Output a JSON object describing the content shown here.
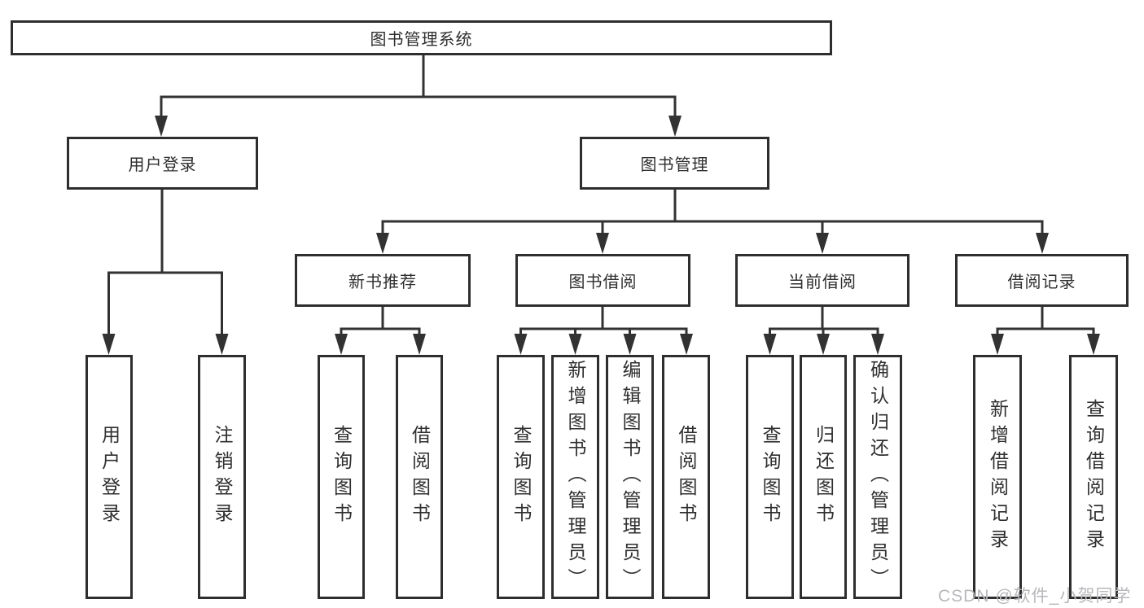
{
  "tree": {
    "label": "图书管理系统",
    "children": [
      {
        "label": "用户登录",
        "children": [
          {
            "label": "用户登录"
          },
          {
            "label": "注销登录"
          }
        ]
      },
      {
        "label": "图书管理",
        "children": [
          {
            "label": "新书推荐",
            "children": [
              {
                "label": "查询图书"
              },
              {
                "label": "借阅图书"
              }
            ]
          },
          {
            "label": "图书借阅",
            "children": [
              {
                "label": "查询图书"
              },
              {
                "label": "新增图书（管理员）"
              },
              {
                "label": "编辑图书（管理员）"
              },
              {
                "label": "借阅图书"
              }
            ]
          },
          {
            "label": "当前借阅",
            "children": [
              {
                "label": "查询图书"
              },
              {
                "label": "归还图书"
              },
              {
                "label": "确认归还（管理员）"
              }
            ]
          },
          {
            "label": "借阅记录",
            "children": [
              {
                "label": "新增借阅记录"
              },
              {
                "label": "查询借阅记录"
              }
            ]
          }
        ]
      }
    ]
  },
  "watermark": {
    "text": "CSDN @软件_小贺同学",
    "color": "#b8b8bc"
  },
  "colors": {
    "line": "#323232",
    "border": "#2e2e2e",
    "text": "#2f2f2f",
    "background": "#ffffff"
  }
}
